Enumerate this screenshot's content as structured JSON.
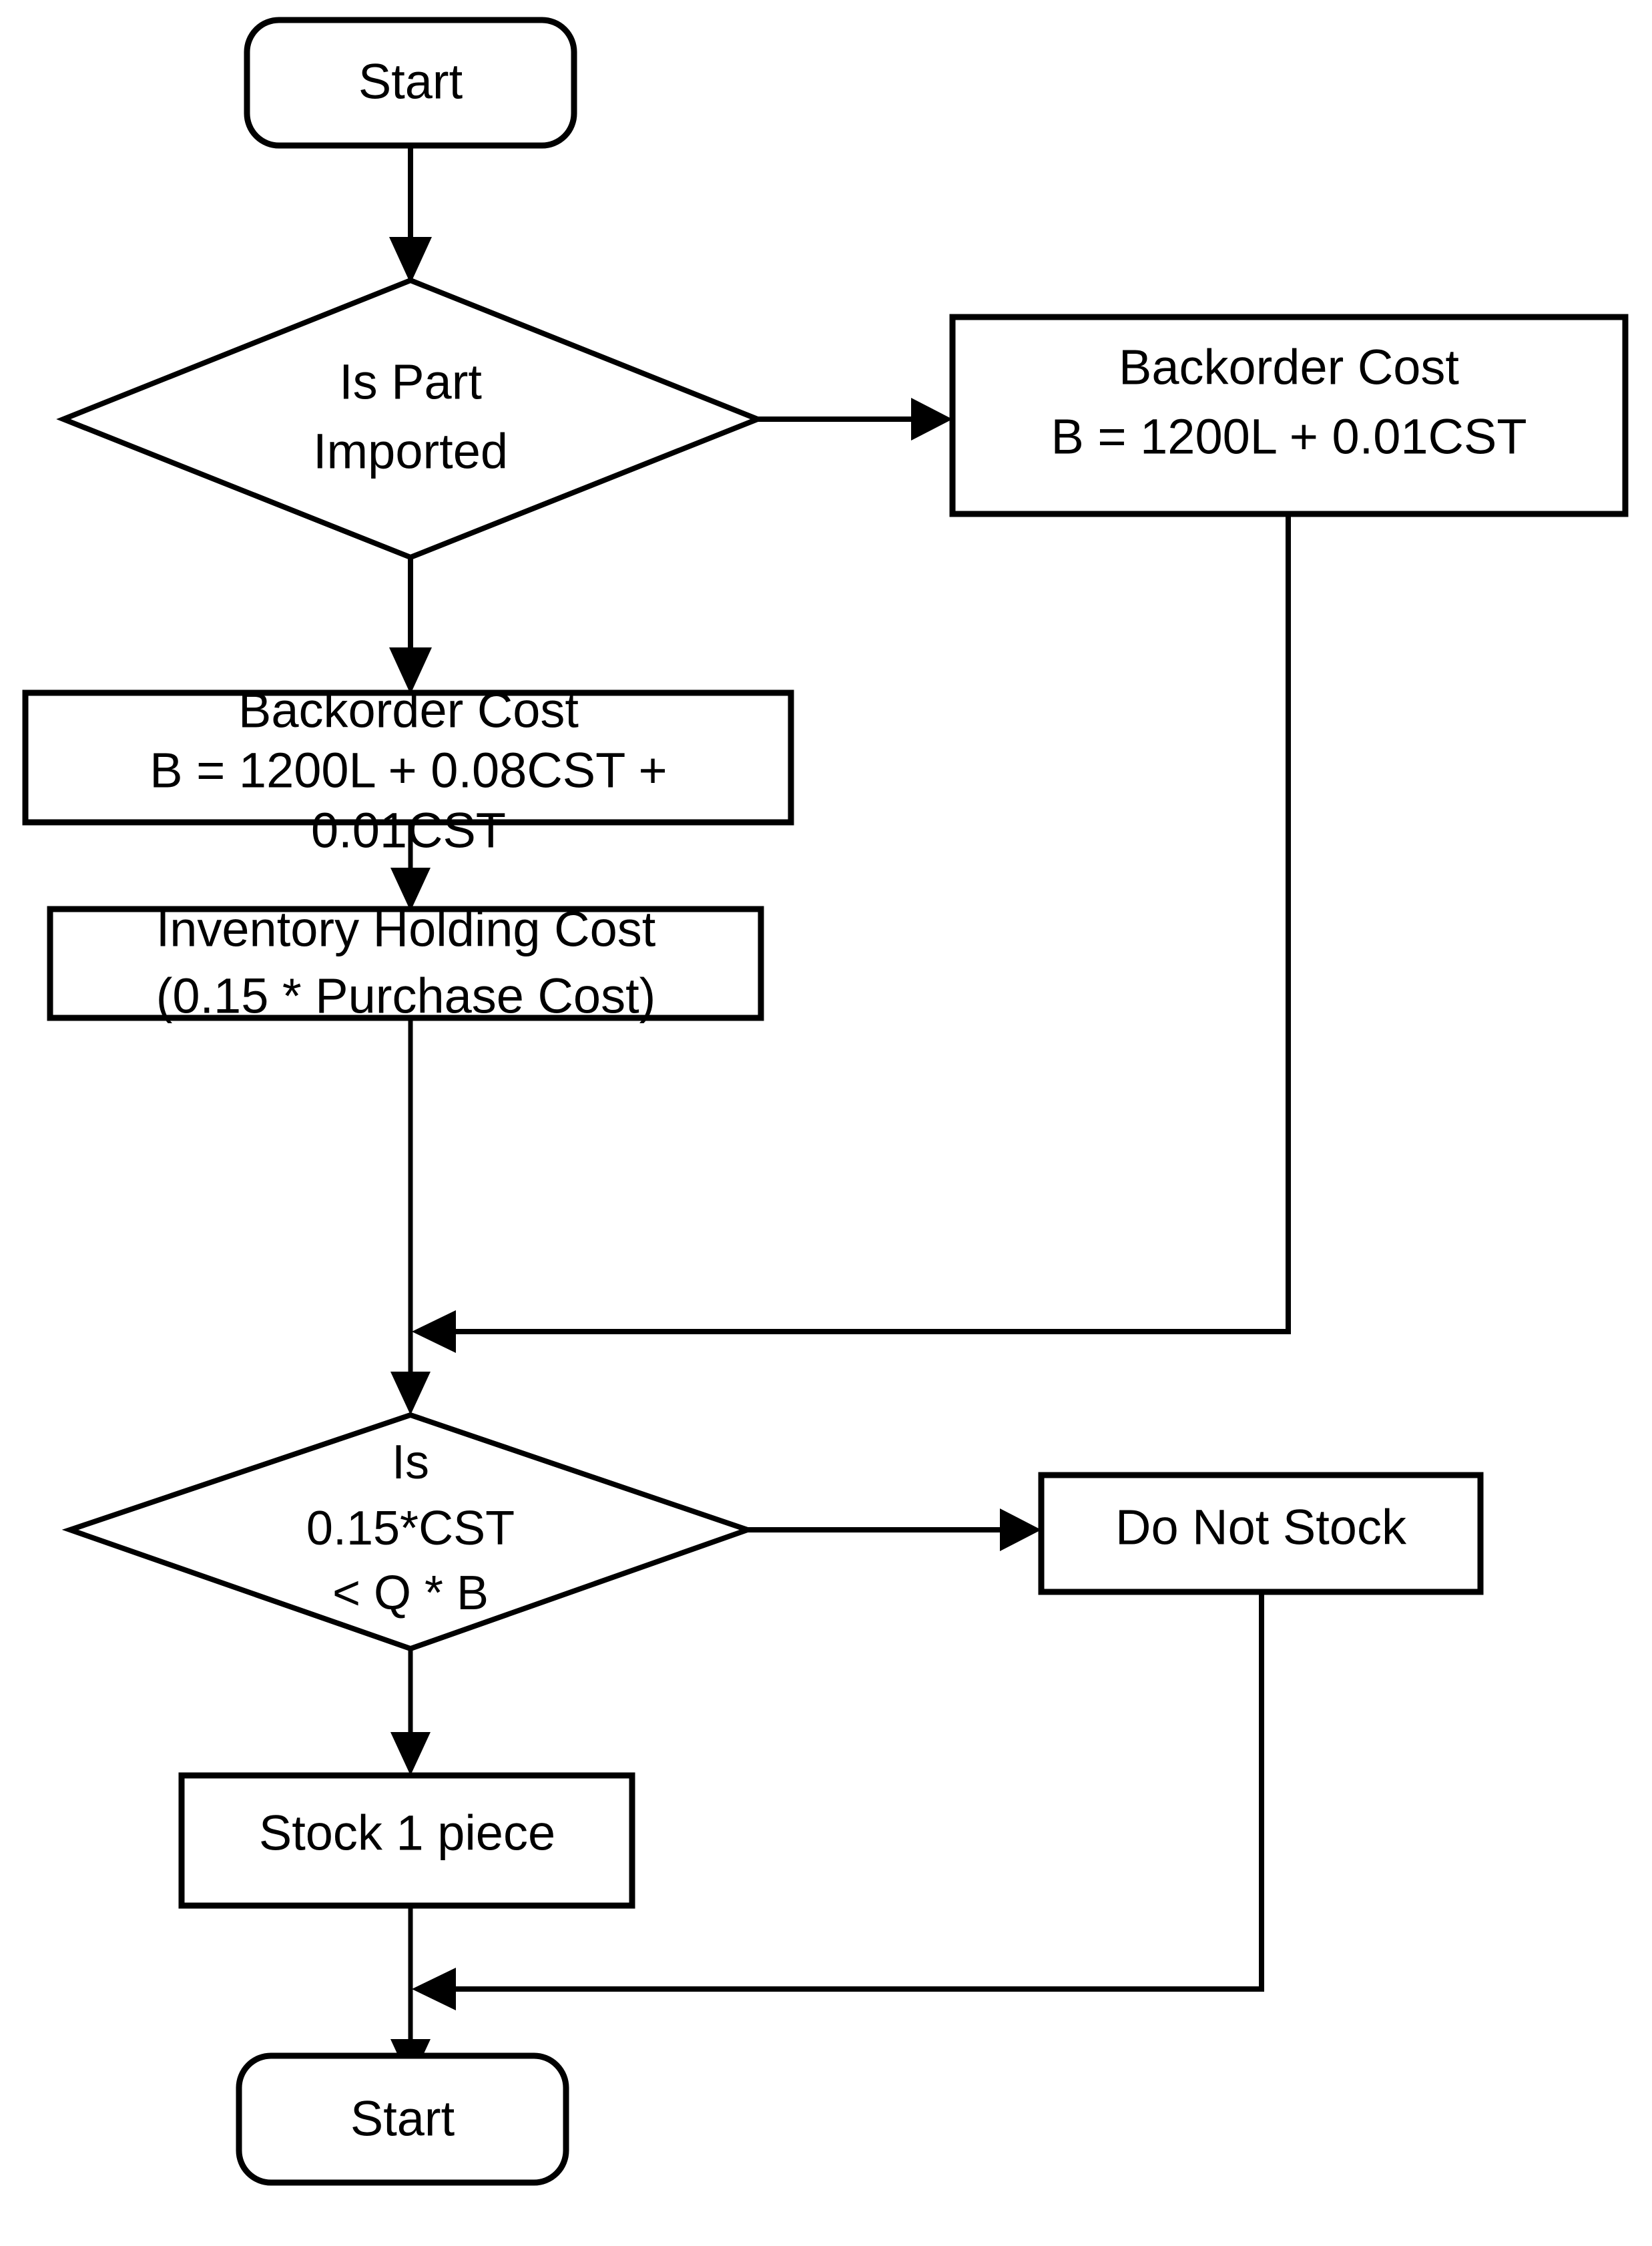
{
  "diagram": {
    "type": "flowchart",
    "title": "Stocking decision flowchart",
    "background_color": "#ffffff",
    "stroke_color": "#000000",
    "fill_color": "#ffffff",
    "nodes": [
      {
        "id": "start-top",
        "shape": "terminator",
        "lines": [
          "Start"
        ]
      },
      {
        "id": "decision-imported",
        "shape": "decision",
        "lines": [
          "Is Part",
          "Imported"
        ]
      },
      {
        "id": "backorder-imported",
        "shape": "process",
        "lines": [
          "Backorder Cost",
          "B = 1200L + 0.01CST"
        ]
      },
      {
        "id": "backorder-local",
        "shape": "process",
        "lines": [
          "Backorder Cost",
          "B = 1200L + 0.08CST +",
          "0.01CST"
        ]
      },
      {
        "id": "inventory-holding",
        "shape": "process",
        "lines": [
          "Inventory Holding Cost",
          "(0.15 * Purchase Cost)"
        ]
      },
      {
        "id": "decision-stock",
        "shape": "decision",
        "lines": [
          "Is",
          "0.15*CST",
          "< Q * B"
        ]
      },
      {
        "id": "do-not-stock",
        "shape": "process",
        "lines": [
          "Do Not Stock"
        ]
      },
      {
        "id": "stock-one-piece",
        "shape": "process",
        "lines": [
          "Stock 1 piece"
        ]
      },
      {
        "id": "start-bottom",
        "shape": "terminator",
        "lines": [
          "Start"
        ]
      }
    ],
    "edges": [
      {
        "from": "start-top",
        "to": "decision-imported",
        "label": ""
      },
      {
        "from": "decision-imported",
        "to": "backorder-imported",
        "label": ""
      },
      {
        "from": "decision-imported",
        "to": "backorder-local",
        "label": ""
      },
      {
        "from": "backorder-local",
        "to": "inventory-holding",
        "label": ""
      },
      {
        "from": "inventory-holding",
        "to": "decision-stock",
        "label": ""
      },
      {
        "from": "backorder-imported",
        "to": "decision-stock",
        "label": ""
      },
      {
        "from": "decision-stock",
        "to": "do-not-stock",
        "label": ""
      },
      {
        "from": "decision-stock",
        "to": "stock-one-piece",
        "label": ""
      },
      {
        "from": "stock-one-piece",
        "to": "start-bottom",
        "label": ""
      },
      {
        "from": "do-not-stock",
        "to": "start-bottom",
        "label": ""
      }
    ]
  },
  "text": {
    "start_top": "Start",
    "decision_imported_l1": "Is Part",
    "decision_imported_l2": "Imported",
    "backorder_imported_l1": "Backorder Cost",
    "backorder_imported_l2": "B = 1200L + 0.01CST",
    "backorder_local_l1": "Backorder Cost",
    "backorder_local_l2": "B = 1200L + 0.08CST +",
    "backorder_local_l3": "0.01CST",
    "inventory_l1": "Inventory Holding Cost",
    "inventory_l2": "(0.15 * Purchase Cost)",
    "decision_stock_l1": "Is",
    "decision_stock_l2": "0.15*CST",
    "decision_stock_l3": "< Q * B",
    "do_not_stock": "Do Not Stock",
    "stock_one_piece": "Stock 1 piece",
    "start_bottom": "Start"
  }
}
